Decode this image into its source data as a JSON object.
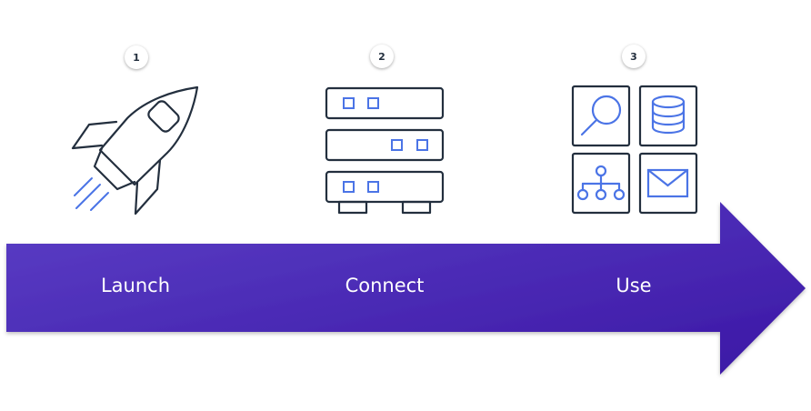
{
  "steps": [
    {
      "number": "1",
      "label": "Launch",
      "icon": "rocket-icon"
    },
    {
      "number": "2",
      "label": "Connect",
      "icon": "server-rack-icon"
    },
    {
      "number": "3",
      "label": "Use",
      "icon": "services-grid-icon"
    }
  ],
  "colors": {
    "arrow_start": "#5a3bc4",
    "arrow_end": "#3d1aa8",
    "icon_stroke": "#232f3e",
    "icon_accent": "#4b74e6"
  }
}
